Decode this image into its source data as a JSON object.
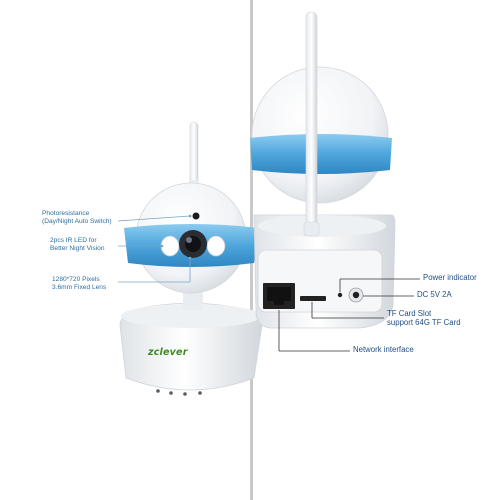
{
  "brand": "zclever",
  "labels_left": {
    "photoresistance": {
      "line1": "Photoresistance",
      "line2": "(Day/Night Auto Switch)"
    },
    "ir_led": {
      "line1": "2pcs IR LED for",
      "line2": "Better Night Vision"
    },
    "lens": {
      "line1": "1280*720 Pixels",
      "line2": "3.6mm Fixed Lens"
    }
  },
  "labels_right": {
    "power_indicator": "Power indicator",
    "dc": "DC 5V 2A",
    "tf_card": {
      "line1": "TF Card Slot",
      "line2": "support 64G TF Card"
    },
    "network": "Network interface"
  },
  "colors": {
    "accent_blue": "#5aaee0",
    "callout": "#2b6f9f",
    "body_white": "#f7f8fa",
    "brand_green": "#3d8b1f"
  }
}
